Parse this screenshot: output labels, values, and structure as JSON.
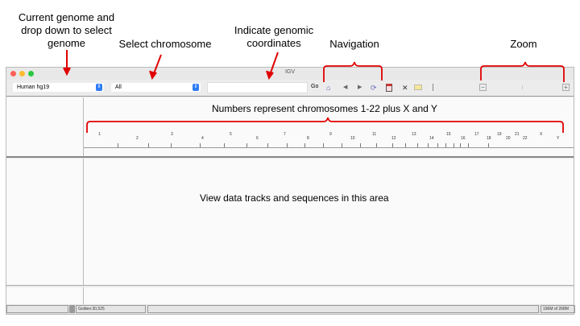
{
  "annotations": {
    "genome": "Current genome and drop down to select genome",
    "chromosome": "Select chromosome",
    "coordinates": "Indicate genomic coordinates",
    "navigation": "Navigation",
    "zoom": "Zoom",
    "ruler": "Numbers represent chromosomes 1-22 plus X and Y",
    "data_area": "View data tracks and sequences in this area"
  },
  "window": {
    "title": "IGV"
  },
  "toolbar": {
    "genome_value": "Human hg19",
    "chromosome_value": "All",
    "locus_value": "",
    "go_label": "Go",
    "icons": [
      "home-icon",
      "back-icon",
      "forward-icon",
      "refresh-icon",
      "roi-icon",
      "resize-icon",
      "popup-text-icon",
      "zoom-out-icon",
      "zoom-in-icon"
    ]
  },
  "ruler": {
    "chromosomes": [
      "1",
      "2",
      "3",
      "4",
      "5",
      "6",
      "7",
      "8",
      "9",
      "10",
      "11",
      "12",
      "13",
      "14",
      "15",
      "16",
      "17",
      "18",
      "19",
      "20",
      "21",
      "22",
      "X",
      "Y"
    ]
  },
  "status": {
    "left": "",
    "locus": "Golden:30,525",
    "message": "",
    "memory": "196M of 268M"
  },
  "colors": {
    "annotation": "#e00000",
    "chevron": "#2f7cf6"
  }
}
